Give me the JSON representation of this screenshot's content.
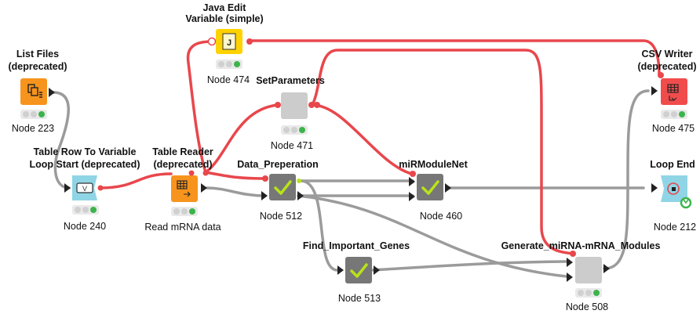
{
  "nodes": [
    {
      "id": "n223",
      "title_lines": [
        "List Files",
        "(deprecated)"
      ],
      "label": "Node 223",
      "kind": "list-files",
      "color": "#f7941d"
    },
    {
      "id": "n240",
      "title_lines": [
        "Table Row To Variable",
        "Loop Start (deprecated)"
      ],
      "label": "Node 240",
      "kind": "loop-start",
      "color": "#8fd5e6"
    },
    {
      "id": "rmrna",
      "title_lines": [
        "Table Reader",
        "(deprecated)"
      ],
      "label": "Read mRNA data",
      "kind": "table-reader",
      "color": "#f7941d"
    },
    {
      "id": "n474",
      "title_lines": [
        "Java Edit",
        "Variable (simple)"
      ],
      "label": "Node 474",
      "kind": "java-edit",
      "color": "#ffd200"
    },
    {
      "id": "n471",
      "title_lines": [
        "SetParameters"
      ],
      "label": "Node 471",
      "kind": "metanode",
      "color": "#cccccc"
    },
    {
      "id": "n512",
      "title_lines": [
        "Data_Preperation"
      ],
      "label": "Node 512",
      "kind": "component",
      "color": "#777777"
    },
    {
      "id": "n460",
      "title_lines": [
        "miRModuleNet"
      ],
      "label": "Node 460",
      "kind": "component",
      "color": "#777777"
    },
    {
      "id": "n513",
      "title_lines": [
        "Find_Important_Genes"
      ],
      "label": "Node 513",
      "kind": "component",
      "color": "#777777"
    },
    {
      "id": "n508",
      "title_lines": [
        "Generate_miRNA-mRNA_Modules"
      ],
      "label": "Node 508",
      "kind": "metanode",
      "color": "#cccccc"
    },
    {
      "id": "n475",
      "title_lines": [
        "CSV Writer",
        "(deprecated)"
      ],
      "label": "Node 475",
      "kind": "csv-writer",
      "color": "#f14c4c"
    },
    {
      "id": "n212",
      "title_lines": [
        "Loop End"
      ],
      "label": "Node 212",
      "kind": "loop-end",
      "color": "#8fd5e6"
    }
  ],
  "colors": {
    "variable_connection": "#e8474c",
    "data_connection": "#9b9b9b",
    "status_green": "#3cb44b",
    "status_off": "#d0d0d0",
    "check": "#b8e31a"
  }
}
